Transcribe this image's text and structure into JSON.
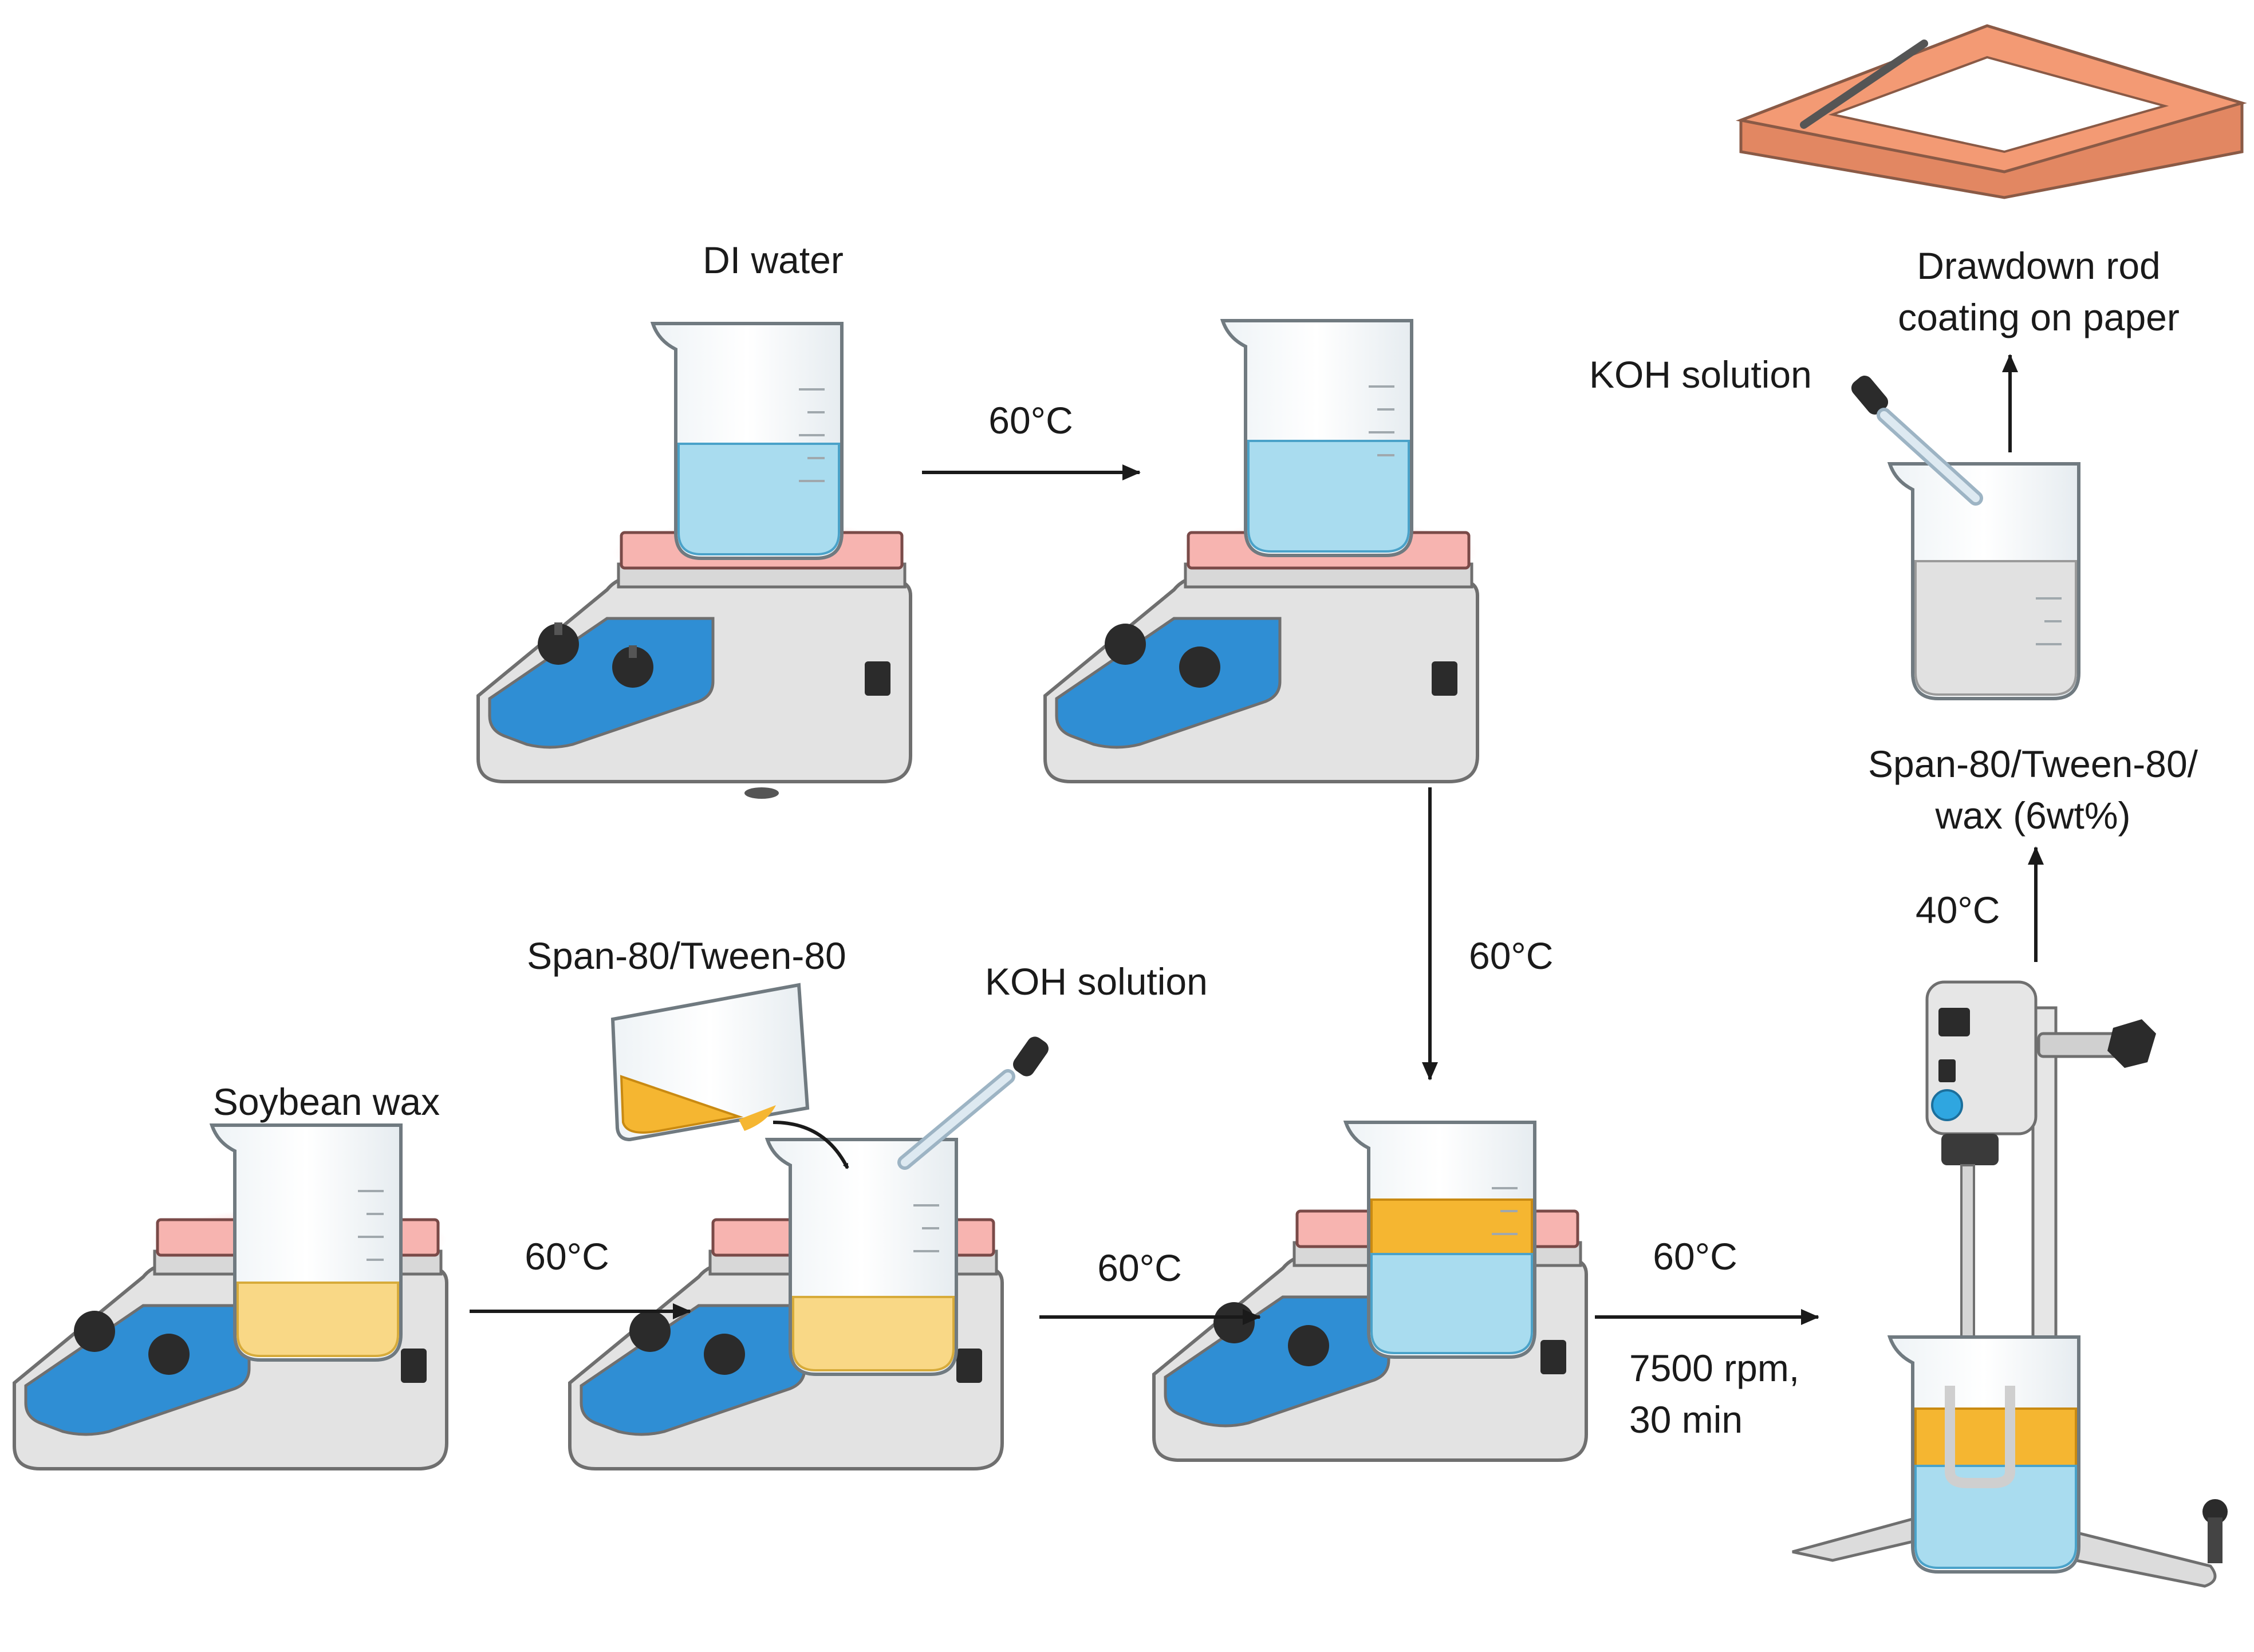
{
  "labels": {
    "di_water": "DI water",
    "soybean_wax": "Soybean wax",
    "span_tween": "Span-80/Tween-80",
    "koh_solution_mid": "KOH solution",
    "koh_solution_top": "KOH solution",
    "temp_top_right_arrow": "60°C",
    "temp_down_arrow": "60°C",
    "temp_bottom_1": "60°C",
    "temp_bottom_2": "60°C",
    "temp_bottom_3": "60°C",
    "speed_time_line1": "7500 rpm,",
    "speed_time_line2": "30 min",
    "temp_up_arrow": "40°C",
    "product_line1": "Span-80/Tween-80/",
    "product_line2": "wax (6wt%)",
    "drawdown_line1": "Drawdown rod",
    "drawdown_line2": "coating on paper"
  },
  "colors": {
    "water": "#a9dcef",
    "wax": "#f9d886",
    "surfactant": "#f5b631",
    "hotplate_top": "#f7b4b0",
    "hotplate_glow": "#ff6b6b",
    "panel": "#2e8fd3",
    "body": "#e4e4e4",
    "paper_frame": "#f39a74",
    "arrow": "#1a1a1a"
  }
}
